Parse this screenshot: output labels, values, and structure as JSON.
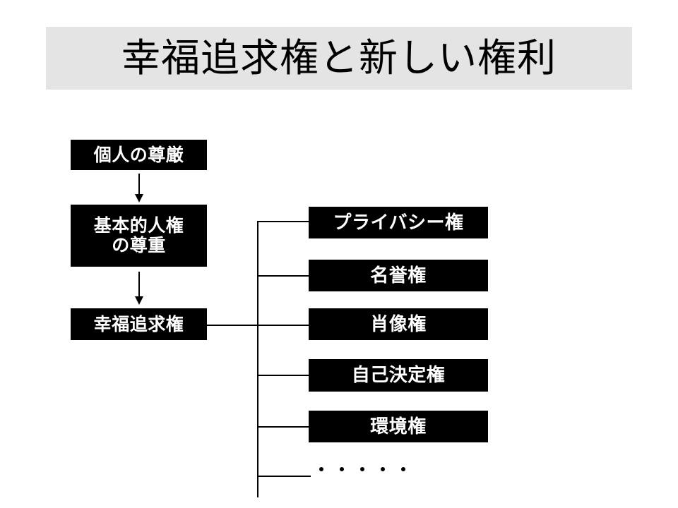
{
  "slide": {
    "title": "幸福追求権と新しい権利",
    "background_color": "#ffffff",
    "banner_color": "#e4e4e4",
    "box_color": "#000000",
    "box_text_color": "#ffffff"
  },
  "diagram": {
    "left_chain": [
      {
        "id": "dignity",
        "label": "個人の尊厳"
      },
      {
        "id": "respect",
        "label": "基本的人権\nの尊重",
        "line1": "基本的人権",
        "line2": "の尊重"
      },
      {
        "id": "pursuit",
        "label": "幸福追求権"
      }
    ],
    "arrows": [
      {
        "from": "個人の尊厳",
        "to": "基本的人権の尊重",
        "direction": "down"
      },
      {
        "from": "基本的人権の尊重",
        "to": "幸福追求権",
        "direction": "down"
      }
    ],
    "branch_source": "幸福追求権",
    "right_items": [
      {
        "label": "プライバシー権"
      },
      {
        "label": "名誉権"
      },
      {
        "label": "肖像権"
      },
      {
        "label": "自己決定権"
      },
      {
        "label": "環境権"
      }
    ],
    "ellipsis": {
      "label": "・・・・・",
      "dot_count": 5
    }
  }
}
